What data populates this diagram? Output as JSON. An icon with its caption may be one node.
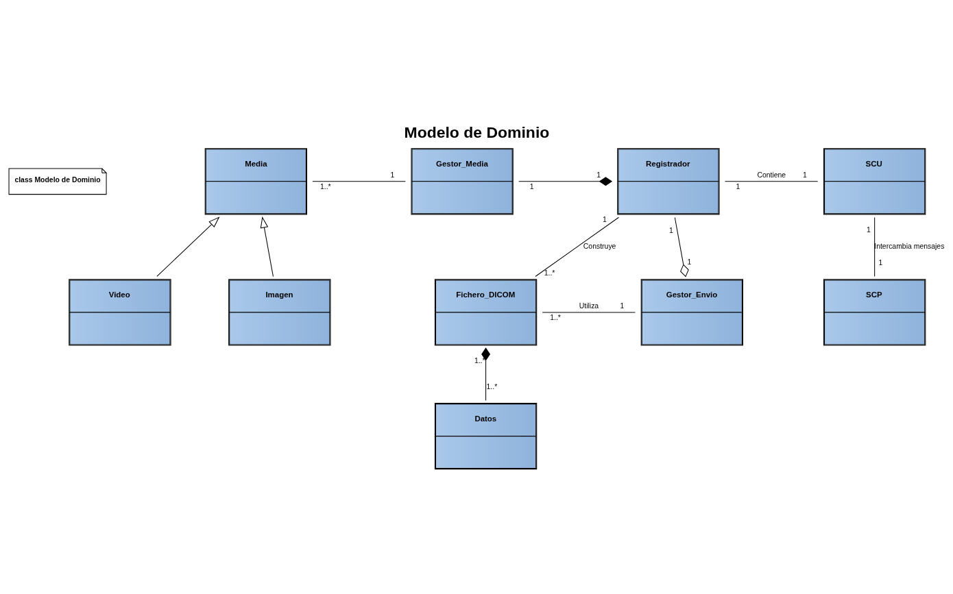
{
  "diagram": {
    "title": "Modelo de Dominio",
    "nodes": [
      {
        "text": [
          "Media"
        ]
      },
      {
        "text": [
          "Gestor_Media"
        ]
      },
      {
        "text": [
          "Registrador"
        ]
      },
      {
        "text": [
          "SCU"
        ]
      },
      {
        "text": [
          "Video"
        ]
      },
      {
        "text": [
          "Imagen"
        ]
      },
      {
        "text": [
          "Fichero_DICOM"
        ]
      },
      {
        "text": [
          "Gestor_Envio"
        ]
      },
      {
        "text": [
          "SCP"
        ]
      },
      {
        "text": [
          "Datos"
        ]
      }
    ],
    "edges": [
      {
        "from": 0,
        "to": 1,
        "arrow": "none"
      },
      {
        "from": 1,
        "to": 2,
        "arrow": "other"
      },
      {
        "from": 2,
        "to": 3,
        "arrow": "none",
        "label": "Contiene"
      },
      {
        "from": 4,
        "to": 0,
        "arrow": "to"
      },
      {
        "from": 5,
        "to": 0,
        "arrow": "to"
      },
      {
        "from": 2,
        "to": 6,
        "arrow": "none",
        "label": "Construye"
      },
      {
        "from": 2,
        "to": 7,
        "arrow": "other"
      },
      {
        "from": 3,
        "to": 8,
        "arrow": "none",
        "label": "Intercambia mensajes"
      },
      {
        "from": 6,
        "to": 7,
        "arrow": "none",
        "label": "Utiliza"
      },
      {
        "from": 9,
        "to": 6,
        "arrow": "other"
      }
    ],
    "labels": [
      "class Modelo de Dominio",
      "1..*",
      "1",
      "1",
      "1",
      "1",
      "1",
      "1",
      "1",
      "1",
      "1",
      "1..*",
      "1",
      "1..*",
      "1",
      "1..*",
      "1..*"
    ]
  }
}
